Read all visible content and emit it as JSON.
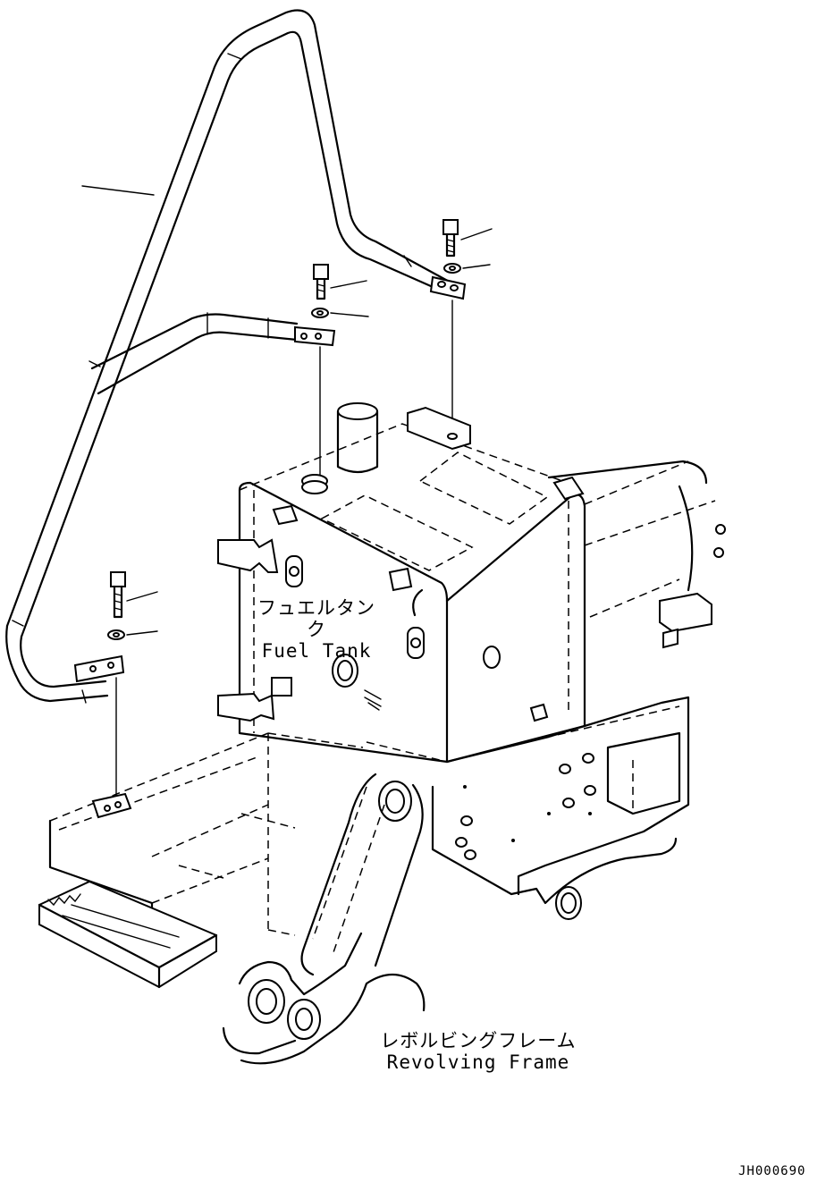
{
  "labels": {
    "fuel_tank_jp": "フュエルタンク",
    "fuel_tank_en": "Fuel Tank",
    "frame_jp": "レボルビングフレーム",
    "frame_en": "Revolving Frame"
  },
  "drawing_code": "JH000690"
}
